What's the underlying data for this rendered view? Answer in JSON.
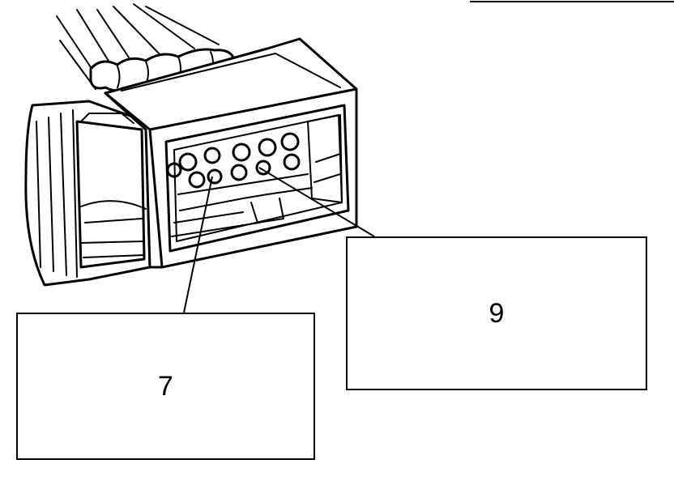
{
  "callouts": [
    {
      "id": "pin-7",
      "label": "7"
    },
    {
      "id": "pin-9",
      "label": "9"
    }
  ],
  "colors": {
    "ink": "#000000",
    "paper": "#ffffff"
  }
}
